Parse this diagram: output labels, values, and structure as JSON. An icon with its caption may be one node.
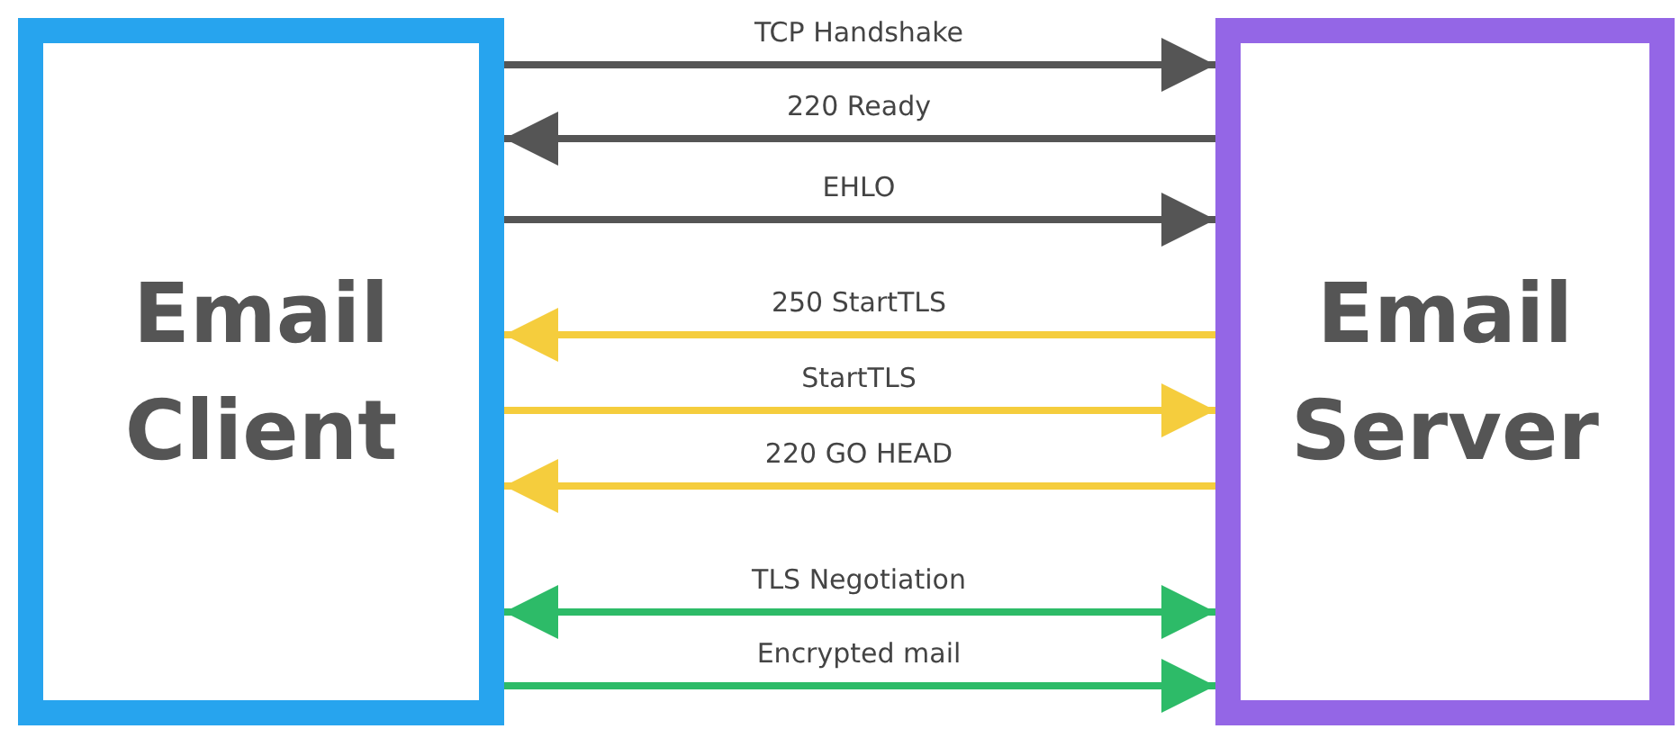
{
  "diagram": {
    "nodes": [
      {
        "text": [
          "Email Client"
        ]
      },
      {
        "text": [
          "Email Server"
        ]
      }
    ],
    "edges": [
      {
        "from": 0,
        "to": 1,
        "arrow": "to",
        "label": "TCP Handshake"
      },
      {
        "from": 1,
        "to": 0,
        "arrow": "to",
        "label": "220 Ready"
      },
      {
        "from": 0,
        "to": 1,
        "arrow": "to",
        "label": "EHLO"
      },
      {
        "from": 1,
        "to": 0,
        "arrow": "to",
        "label": "250 StartTLS",
        "color": "#f5cd3d"
      },
      {
        "from": 0,
        "to": 1,
        "arrow": "to",
        "label": "StartTLS",
        "color": "#f5cd3d"
      },
      {
        "from": 1,
        "to": 0,
        "arrow": "to",
        "label": "220 GO HEAD",
        "color": "#f5cd3d"
      },
      {
        "from": 0,
        "to": 1,
        "arrow": "both",
        "label": "TLS Negotiation",
        "color": "#2dbb68"
      },
      {
        "from": 0,
        "to": 1,
        "arrow": "to",
        "label": "Encrypted mail",
        "color": "#2dbb68"
      }
    ]
  }
}
